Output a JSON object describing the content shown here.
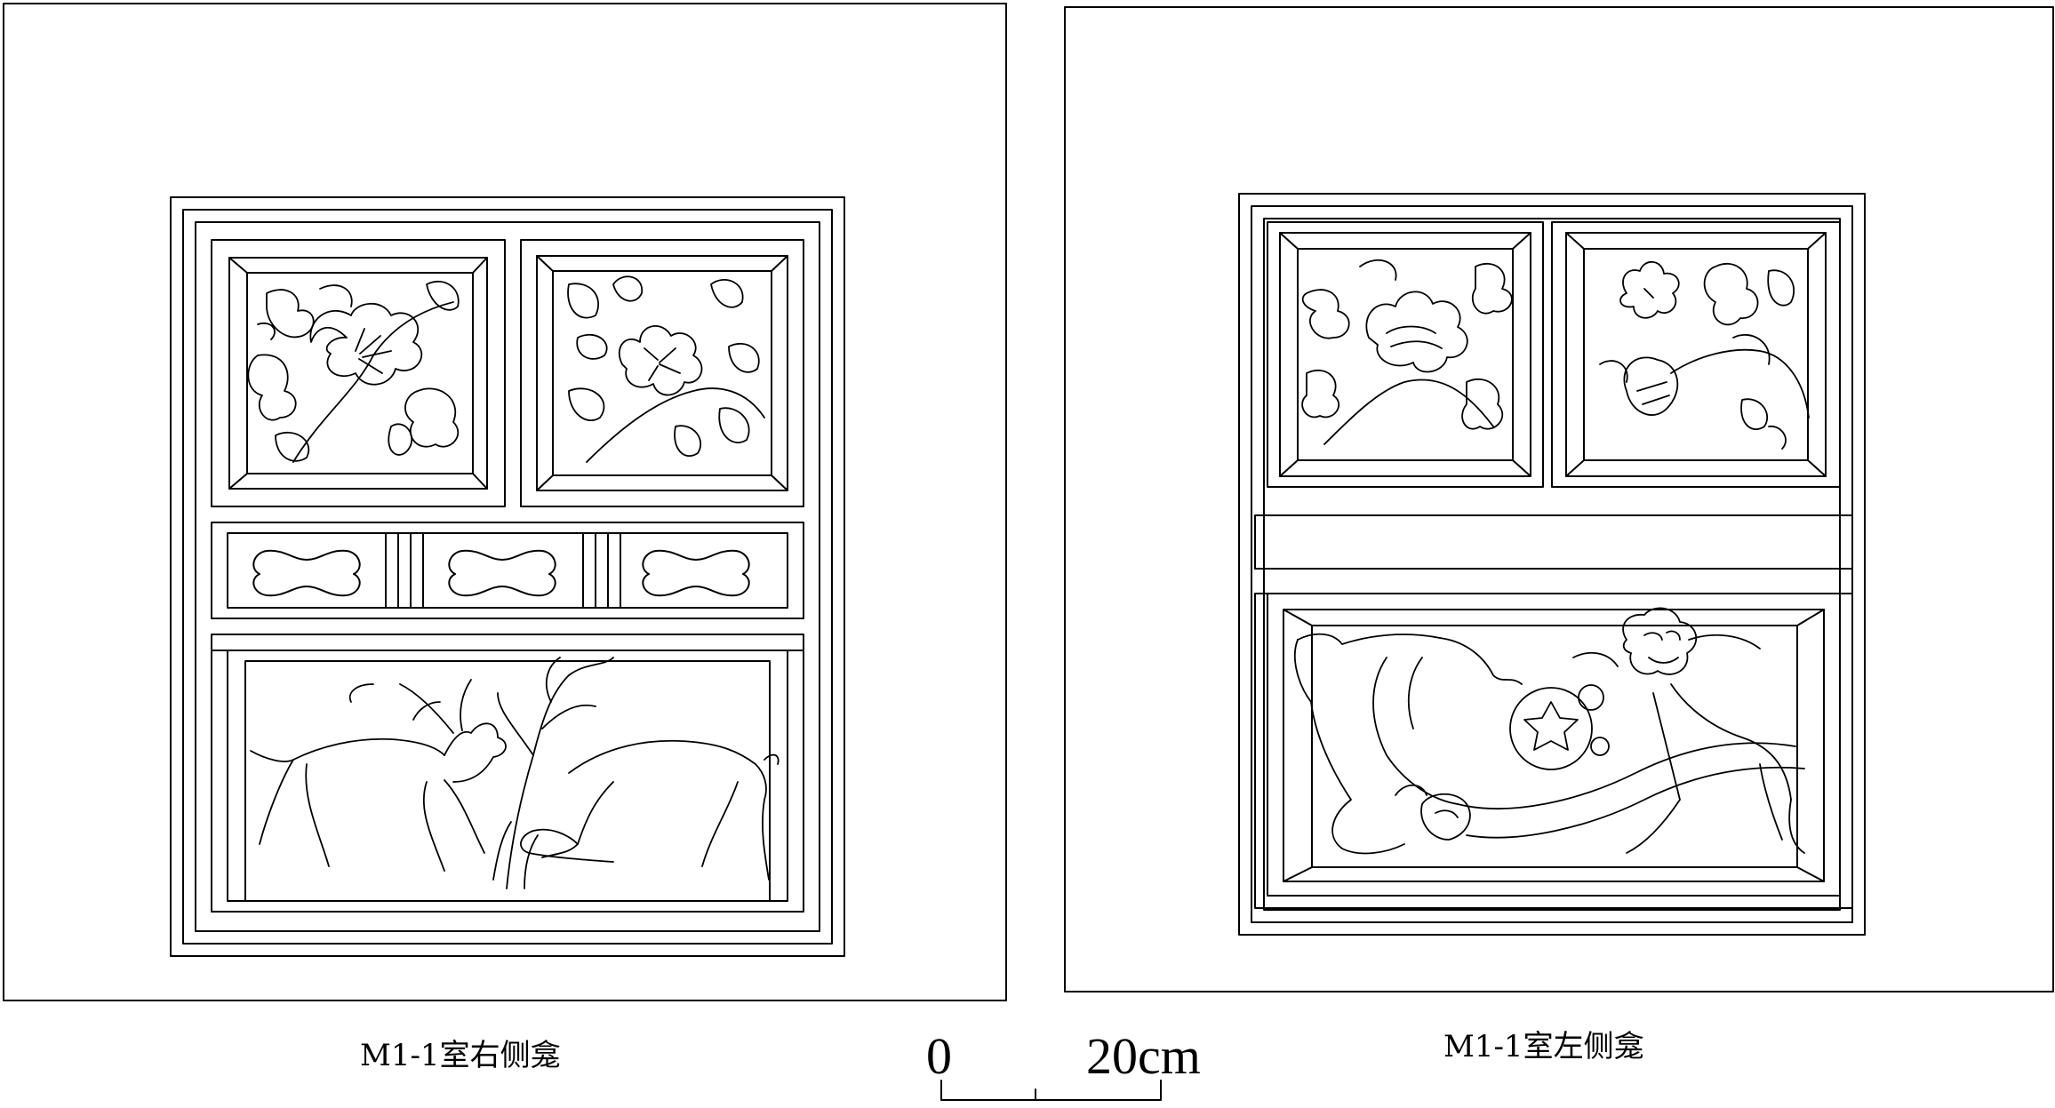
{
  "captions": {
    "right_niche": "M1-1室右侧龛",
    "left_niche": "M1-1室左侧龛"
  },
  "scale_bar": {
    "zero_label": "0",
    "end_label": "20cm"
  },
  "panels": {
    "right_niche": {
      "top_left_motif": "flower-with-leaves",
      "top_right_motif": "flower-branch",
      "middle_motif": "three-cartouche-openings",
      "bottom_motif": "two-deer-with-tree"
    },
    "left_niche": {
      "top_left_motif": "peony",
      "top_right_motif": "lotus-flowers",
      "middle_motif": "plain-rail",
      "bottom_motif": "lion-with-embroidered-ball"
    }
  },
  "colors": {
    "line": "#000000",
    "background": "#ffffff"
  }
}
